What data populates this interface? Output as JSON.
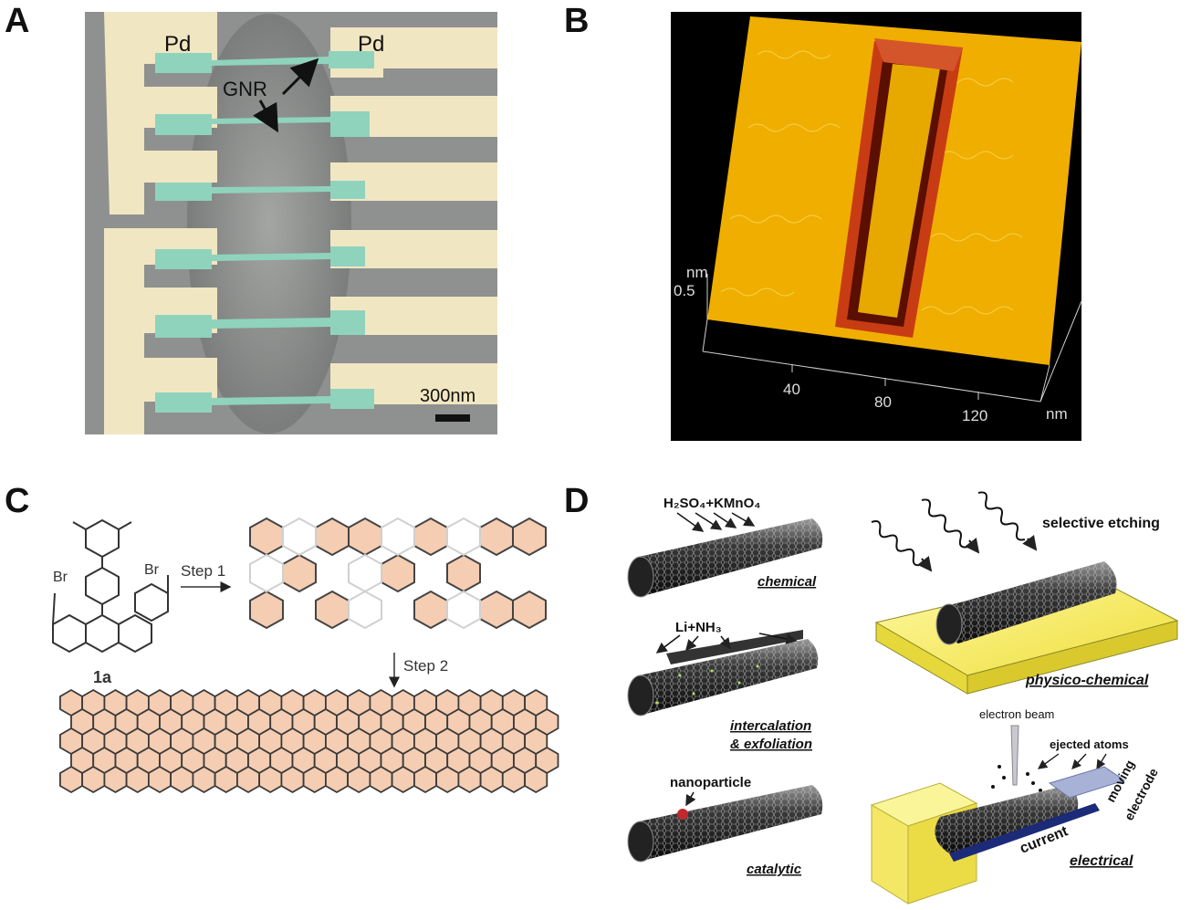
{
  "panels": {
    "A": {
      "letter": "A",
      "labels": {
        "pd_left": "Pd",
        "pd_right": "Pd",
        "gnr": "GNR",
        "scale": "300nm"
      }
    },
    "B": {
      "letter": "B",
      "labels": {
        "z_unit": "nm",
        "z_tick": "0.5",
        "x_ticks": [
          "40",
          "80",
          "120"
        ],
        "x_unit": "nm"
      }
    },
    "C": {
      "letter": "C",
      "labels": {
        "br_left": "Br",
        "br_right": "Br",
        "compound": "1a",
        "step1": "Step 1",
        "step2": "Step 2"
      }
    },
    "D": {
      "letter": "D",
      "labels": {
        "reagent_chemical": "H₂SO₄+KMnO₄",
        "chemical": "chemical",
        "reagent_intercalation": "Li+NH₃",
        "intercalation": "intercalation",
        "exfoliation": "& exfoliation",
        "nanoparticle": "nanoparticle",
        "catalytic": "catalytic",
        "selective_etching": "selective etching",
        "physico_chemical": "physico-chemical",
        "electron_beam": "electron beam",
        "ejected_atoms": "ejected atoms",
        "moving": "moving",
        "electrode": "electrode",
        "current": "current",
        "electrical": "electrical"
      }
    }
  },
  "colors": {
    "pd": "#f1e6c2",
    "gnr": "#8fd3bd",
    "substrate": "#8f9290",
    "afm_surface": "#f2b400",
    "afm_trench": "#7a1a00",
    "hex_fill": "#f4cdb2",
    "yellow_block": "#f7ef6a"
  }
}
